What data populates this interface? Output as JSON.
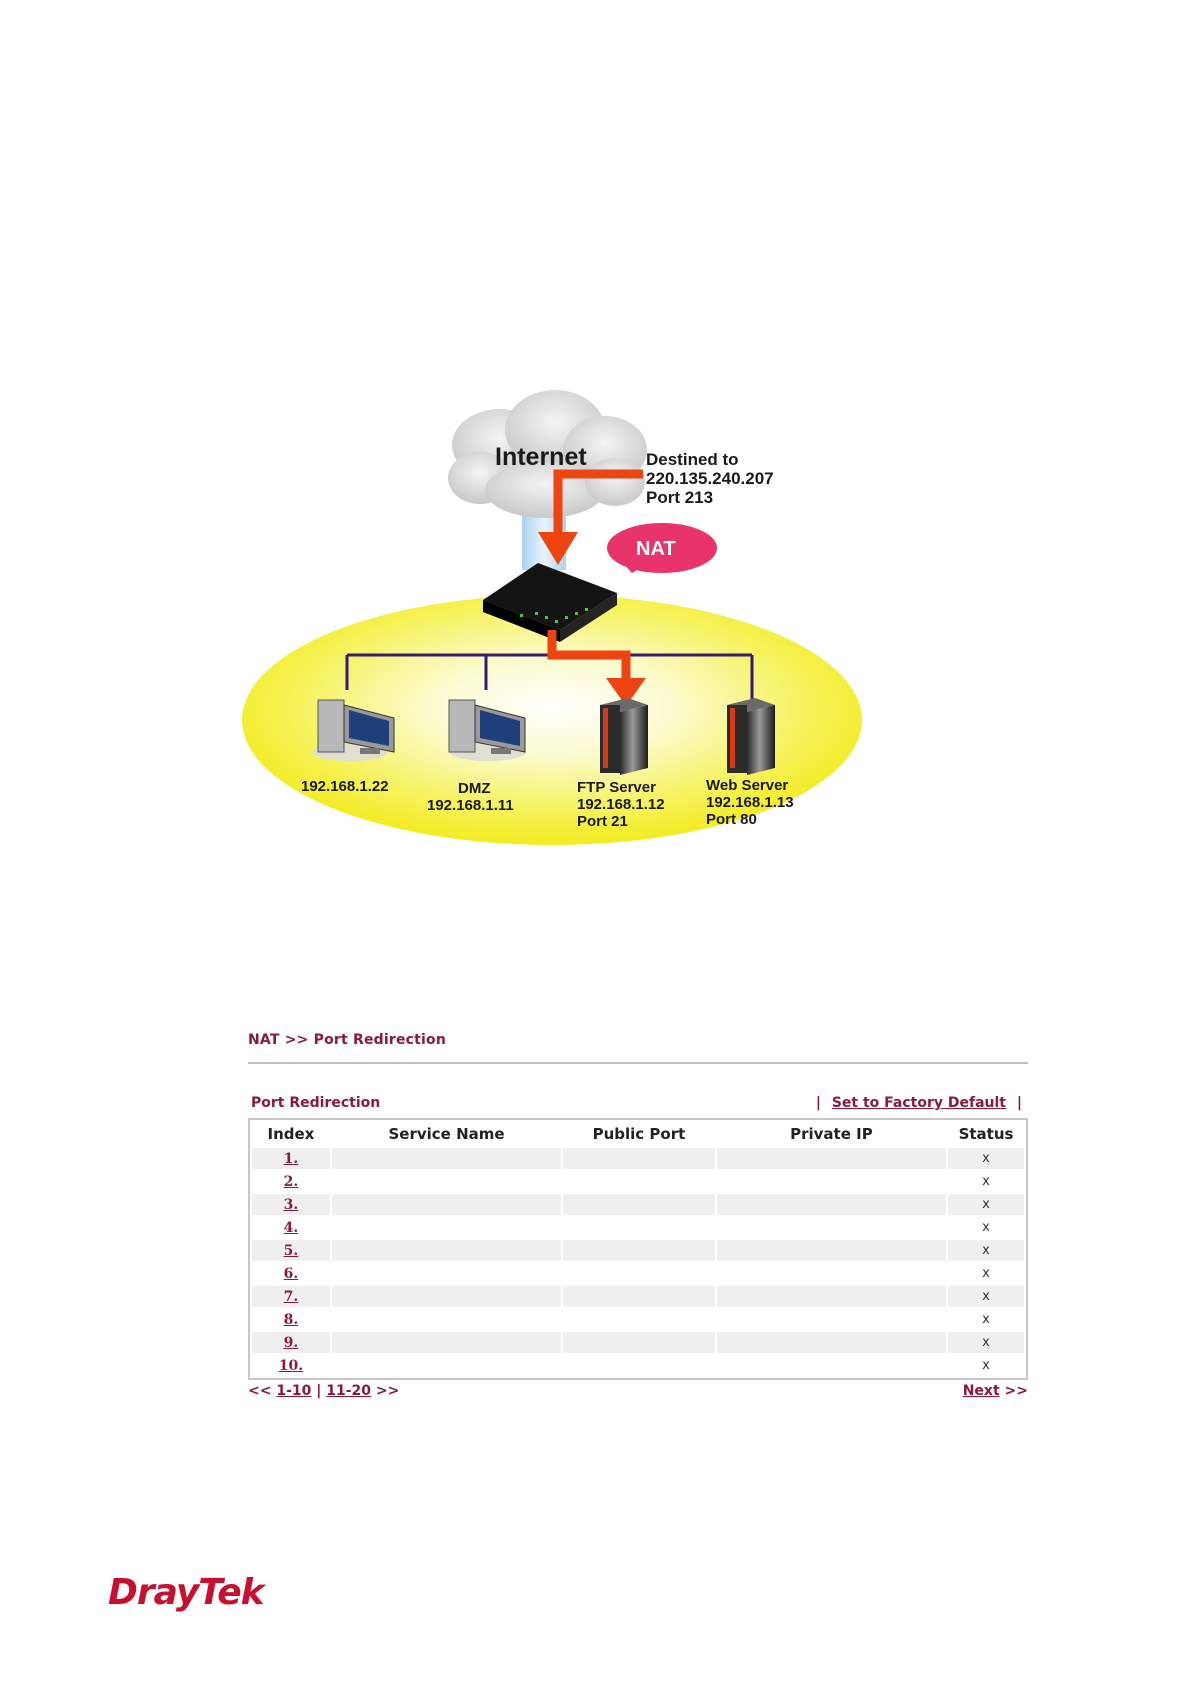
{
  "diagram": {
    "cloud_label": "Internet",
    "destination": [
      "Destined to",
      "220.135.240.207",
      "Port 213"
    ],
    "nat_label": "NAT",
    "nodes": [
      {
        "lines": [
          "192.168.1.22"
        ]
      },
      {
        "lines": [
          "DMZ",
          "192.168.1.11"
        ]
      },
      {
        "lines": [
          "FTP Server",
          "192.168.1.12",
          "Port 21"
        ]
      },
      {
        "lines": [
          "Web Server",
          "192.168.1.13",
          "Port 80"
        ]
      }
    ]
  },
  "breadcrumb": "NAT >> Port Redirection",
  "panel": {
    "title": "Port Redirection",
    "factory_sep_left": "|",
    "factory_link": "Set to Factory Default",
    "factory_sep_right": "|"
  },
  "table": {
    "headers": [
      "Index",
      "Service Name",
      "Public Port",
      "Private IP",
      "Status"
    ],
    "rows": [
      {
        "index": "1.",
        "service": "",
        "public_port": "",
        "private_ip": "",
        "status": "x"
      },
      {
        "index": "2.",
        "service": "",
        "public_port": "",
        "private_ip": "",
        "status": "x"
      },
      {
        "index": "3.",
        "service": "",
        "public_port": "",
        "private_ip": "",
        "status": "x"
      },
      {
        "index": "4.",
        "service": "",
        "public_port": "",
        "private_ip": "",
        "status": "x"
      },
      {
        "index": "5.",
        "service": "",
        "public_port": "",
        "private_ip": "",
        "status": "x"
      },
      {
        "index": "6.",
        "service": "",
        "public_port": "",
        "private_ip": "",
        "status": "x"
      },
      {
        "index": "7.",
        "service": "",
        "public_port": "",
        "private_ip": "",
        "status": "x"
      },
      {
        "index": "8.",
        "service": "",
        "public_port": "",
        "private_ip": "",
        "status": "x"
      },
      {
        "index": "9.",
        "service": "",
        "public_port": "",
        "private_ip": "",
        "status": "x"
      },
      {
        "index": "10.",
        "service": "",
        "public_port": "",
        "private_ip": "",
        "status": "x"
      }
    ]
  },
  "pager": {
    "prev_prefix": "<<",
    "range1": "1-10",
    "sep": "|",
    "range2": "11-20",
    "range_suffix": ">>",
    "next": "Next",
    "next_suffix": ">>"
  },
  "brand": "DrayTek"
}
